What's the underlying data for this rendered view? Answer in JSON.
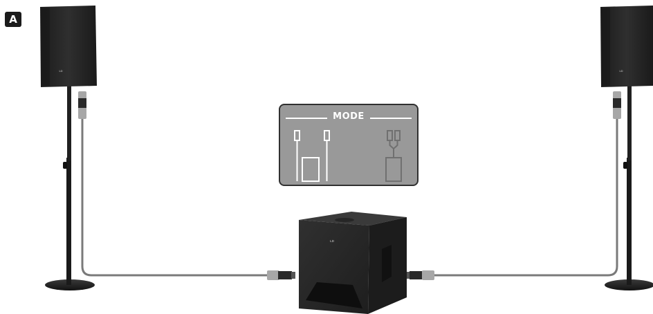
{
  "figure_label": "A",
  "mode_panel": {
    "title": "MODE",
    "options": [
      {
        "name": "stereo",
        "color": "#ffffff"
      },
      {
        "name": "mono",
        "color": "#707070"
      }
    ]
  },
  "subwoofer": {
    "logo": "LD"
  },
  "satellites": [
    {
      "side": "left",
      "logo": "LD"
    },
    {
      "side": "right",
      "logo": "LD"
    }
  ],
  "colors": {
    "cabinet": "#2a2a2a",
    "cable": "#7a7a7a",
    "connector": "#a7a7a7",
    "panel": "#999999"
  }
}
